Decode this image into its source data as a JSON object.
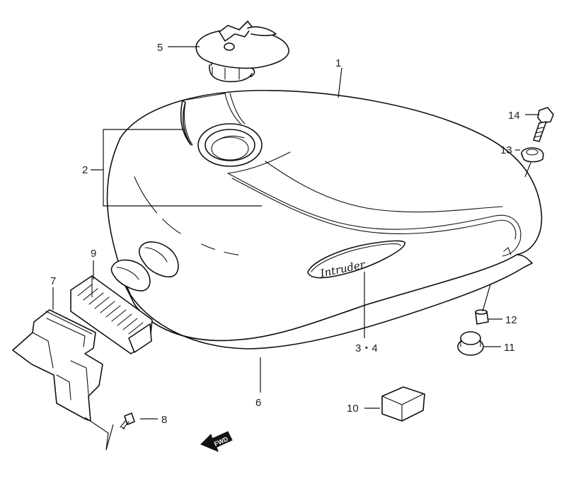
{
  "callouts": {
    "c1": "1",
    "c2": "2",
    "c34": "3・4",
    "c5": "5",
    "c6": "6",
    "c7": "7",
    "c8": "8",
    "c9": "9",
    "c10": "10",
    "c11": "11",
    "c12": "12",
    "c13": "13",
    "c14": "14"
  },
  "emblem_text": "Intruder",
  "fwd_arrow_text": "FWD"
}
